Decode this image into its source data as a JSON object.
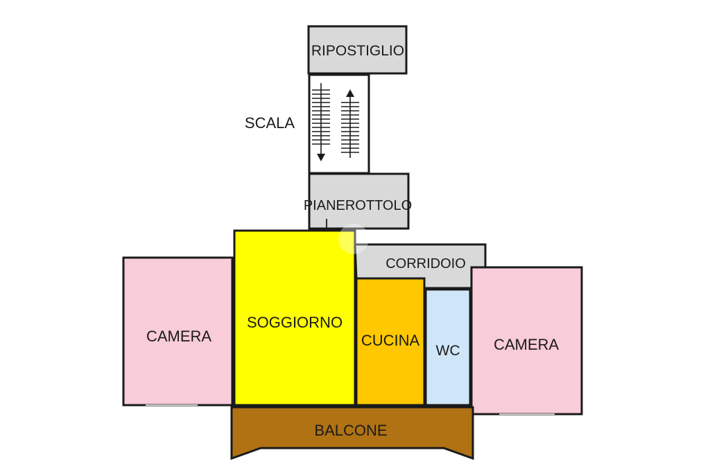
{
  "rooms": {
    "ripostiglio": "RIPOSTIGLIO",
    "scala": "SCALA",
    "pianerottolo": "PIANEROTTOLO",
    "corridoio": "CORRIDOIO",
    "camera_left": "CAMERA",
    "soggiorno": "SOGGIORNO",
    "cucina": "CUCINA",
    "wc": "WC",
    "camera_right": "CAMERA",
    "balcone": "BALCONE"
  },
  "colors": {
    "gray_room": "#d9d9d9",
    "camera": "#f8ccd8",
    "soggiorno": "#ffff00",
    "cucina": "#ffc800",
    "wc": "#cfe6f8",
    "balcone": "#b07212",
    "wall": "#1a1a1a"
  }
}
